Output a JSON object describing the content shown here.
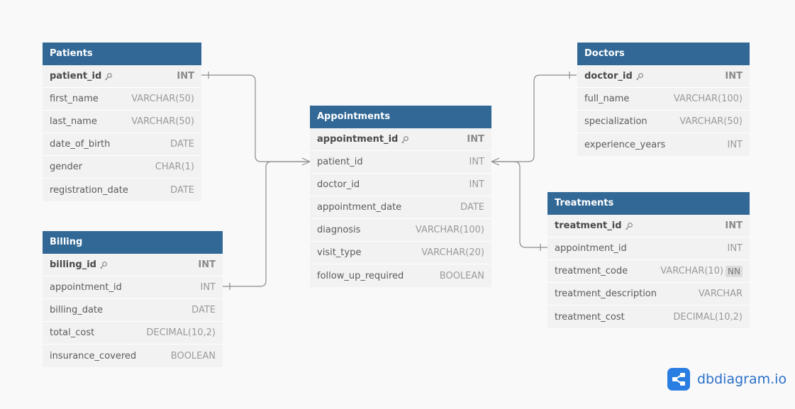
{
  "tables": {
    "patients": {
      "title": "Patients",
      "columns": [
        {
          "name": "patient_id",
          "type": "INT"
        },
        {
          "name": "first_name",
          "type": "VARCHAR(50)"
        },
        {
          "name": "last_name",
          "type": "VARCHAR(50)"
        },
        {
          "name": "date_of_birth",
          "type": "DATE"
        },
        {
          "name": "gender",
          "type": "CHAR(1)"
        },
        {
          "name": "registration_date",
          "type": "DATE"
        }
      ]
    },
    "billing": {
      "title": "Billing",
      "columns": [
        {
          "name": "billing_id",
          "type": "INT"
        },
        {
          "name": "appointment_id",
          "type": "INT"
        },
        {
          "name": "billing_date",
          "type": "DATE"
        },
        {
          "name": "total_cost",
          "type": "DECIMAL(10,2)"
        },
        {
          "name": "insurance_covered",
          "type": "BOOLEAN"
        }
      ]
    },
    "appointments": {
      "title": "Appointments",
      "columns": [
        {
          "name": "appointment_id",
          "type": "INT"
        },
        {
          "name": "patient_id",
          "type": "INT"
        },
        {
          "name": "doctor_id",
          "type": "INT"
        },
        {
          "name": "appointment_date",
          "type": "DATE"
        },
        {
          "name": "diagnosis",
          "type": "VARCHAR(100)"
        },
        {
          "name": "visit_type",
          "type": "VARCHAR(20)"
        },
        {
          "name": "follow_up_required",
          "type": "BOOLEAN"
        }
      ]
    },
    "doctors": {
      "title": "Doctors",
      "columns": [
        {
          "name": "doctor_id",
          "type": "INT"
        },
        {
          "name": "full_name",
          "type": "VARCHAR(100)"
        },
        {
          "name": "specialization",
          "type": "VARCHAR(50)"
        },
        {
          "name": "experience_years",
          "type": "INT"
        }
      ]
    },
    "treatments": {
      "title": "Treatments",
      "columns": [
        {
          "name": "treatment_id",
          "type": "INT"
        },
        {
          "name": "appointment_id",
          "type": "INT"
        },
        {
          "name": "treatment_code",
          "type": "VARCHAR(10)",
          "badge": "NN"
        },
        {
          "name": "treatment_description",
          "type": "VARCHAR"
        },
        {
          "name": "treatment_cost",
          "type": "DECIMAL(10,2)"
        }
      ]
    }
  },
  "brand": {
    "name": "dbdiagram.io"
  },
  "colors": {
    "header": "#316896",
    "row": "#f2f2f2",
    "connector": "#8c8c8c",
    "brand": "#2a7de1"
  }
}
